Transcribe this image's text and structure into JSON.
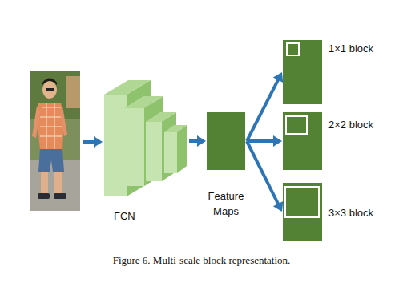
{
  "diagram": {
    "caption": "Figure 6. Multi-scale block representation.",
    "nodes": [
      {
        "text": [
          "FCN"
        ]
      },
      {
        "text": [
          "Feature Maps"
        ]
      },
      {
        "text": [
          "1×1 block"
        ]
      },
      {
        "text": [
          "2×2 block"
        ]
      },
      {
        "text": [
          "3×3 block"
        ]
      }
    ],
    "edges": [
      {
        "from": 0,
        "to": 1,
        "arrow": "to"
      },
      {
        "from": 1,
        "to": 2,
        "arrow": "to"
      },
      {
        "from": 1,
        "to": 3,
        "arrow": "to"
      },
      {
        "from": 1,
        "to": 4,
        "arrow": "to"
      }
    ]
  }
}
